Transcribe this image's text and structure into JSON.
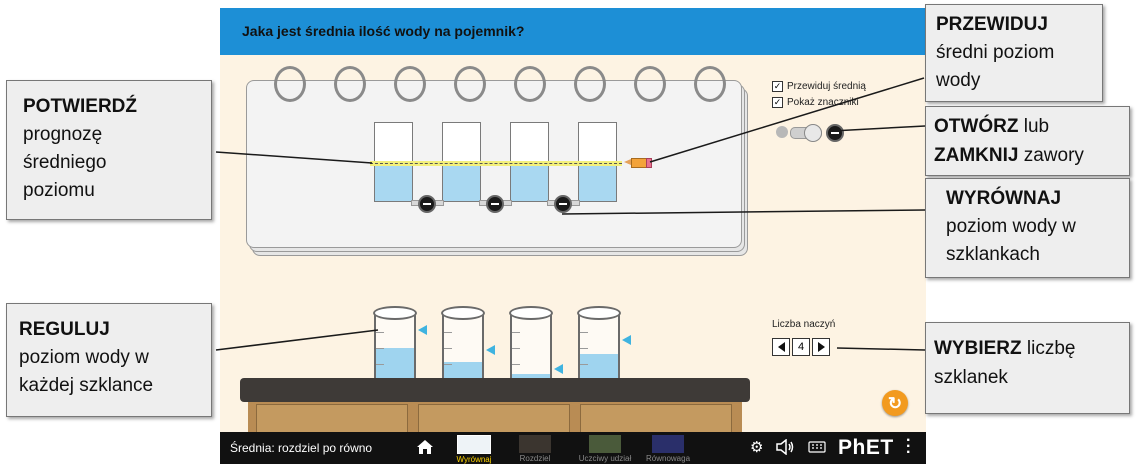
{
  "sim": {
    "title": "Jaka jest średnia ilość wody na pojemnik?",
    "checkboxes": [
      {
        "label": "Przewiduj średnią",
        "checked": true
      },
      {
        "label": "Pokaż znaczniki",
        "checked": true
      }
    ],
    "cup_count": {
      "label": "Liczba naczyń",
      "value": "4"
    },
    "glass_levels": [
      0.55,
      0.38,
      0.25,
      0.45
    ],
    "navbar": {
      "title": "Średnia: rozdziel po równo",
      "screens": [
        {
          "label": "Wyrównaj",
          "active": true
        },
        {
          "label": "Rozdziel",
          "active": false
        },
        {
          "label": "Uczciwy udział",
          "active": false
        },
        {
          "label": "Równowaga",
          "active": false
        }
      ],
      "brand": "PhET"
    },
    "colors": {
      "header": "#1d8fd6",
      "water": "#a9d8f1",
      "background": "#fdf3e3",
      "reset": "#f29a1f",
      "active_label": "#ffd400"
    }
  },
  "callouts": {
    "potwierdz": {
      "bold": "POTWIERDŹ",
      "rest": [
        "prognozę",
        "średniego",
        "poziomu"
      ]
    },
    "reguluj": {
      "bold": "REGULUJ",
      "rest": [
        "poziom wody w",
        "każdej szklance"
      ]
    },
    "przewiduj": {
      "bold": "PRZEWIDUJ",
      "rest": [
        "średni poziom",
        "wody"
      ]
    },
    "otworz": {
      "bold1": "OTWÓRZ",
      "mid": " lub",
      "bold2": "ZAMKNIJ",
      "end": " zawory"
    },
    "wyrownaj": {
      "bold": "WYRÓWNAJ",
      "rest": [
        "poziom wody w",
        "szklankach"
      ]
    },
    "wybierz": {
      "bold": "WYBIERZ",
      "mid": " liczbę",
      "rest": "szklanek"
    }
  }
}
